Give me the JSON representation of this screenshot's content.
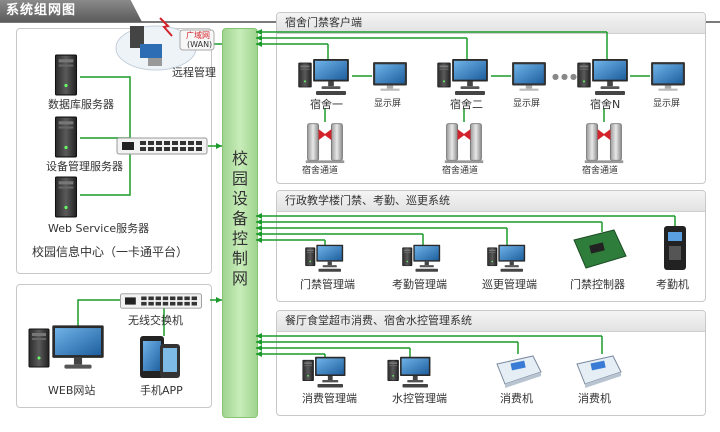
{
  "title": "系统组网图",
  "wan": {
    "line1": "广域网",
    "line2": "(WAN)",
    "remote_label": "远程管理"
  },
  "center": {
    "db_label": "数据库服务器",
    "device_mgmt_label": "设备管理服务器",
    "web_service_label": "Web Service服务器",
    "caption": "校园信息中心（一卡通平台）"
  },
  "wireless": {
    "switch_label": "无线交换机",
    "web_label": "WEB网站",
    "app_label": "手机APP"
  },
  "bus_label": "校园设备控制网",
  "dorm": {
    "header": "宿舍门禁客户端",
    "dorms": [
      "宿舍一",
      "宿舍二",
      "宿舍N"
    ],
    "display_label": "显示屏",
    "gate_label": "宿舍通道",
    "ellipsis": "●●●"
  },
  "admin": {
    "header": "行政教学楼门禁、考勤、巡更系统",
    "items": [
      "门禁管理端",
      "考勤管理端",
      "巡更管理端",
      "门禁控制器",
      "考勤机"
    ]
  },
  "canteen": {
    "header": "餐厅食堂超市消费、宿舍水控管理系统",
    "items": [
      "消费管理端",
      "水控管理端",
      "消费机",
      "消费机"
    ]
  },
  "colors": {
    "link_green": "#1a9a2a",
    "bus_green": "#b6e2a5",
    "gate_red": "#d3232a"
  }
}
